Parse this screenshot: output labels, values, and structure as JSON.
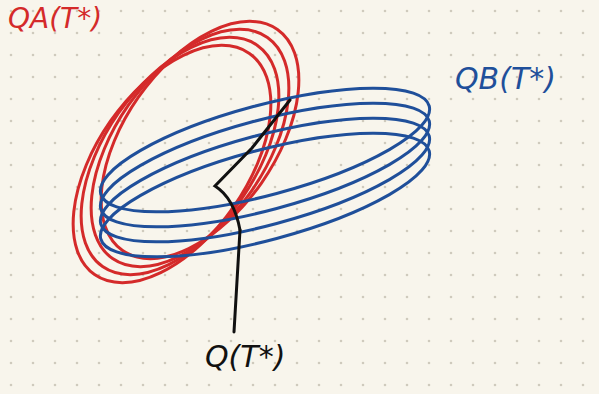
{
  "diagram": {
    "labels": [
      "QA(T*)",
      "QB(T*)",
      "Q(T*)"
    ]
  }
}
